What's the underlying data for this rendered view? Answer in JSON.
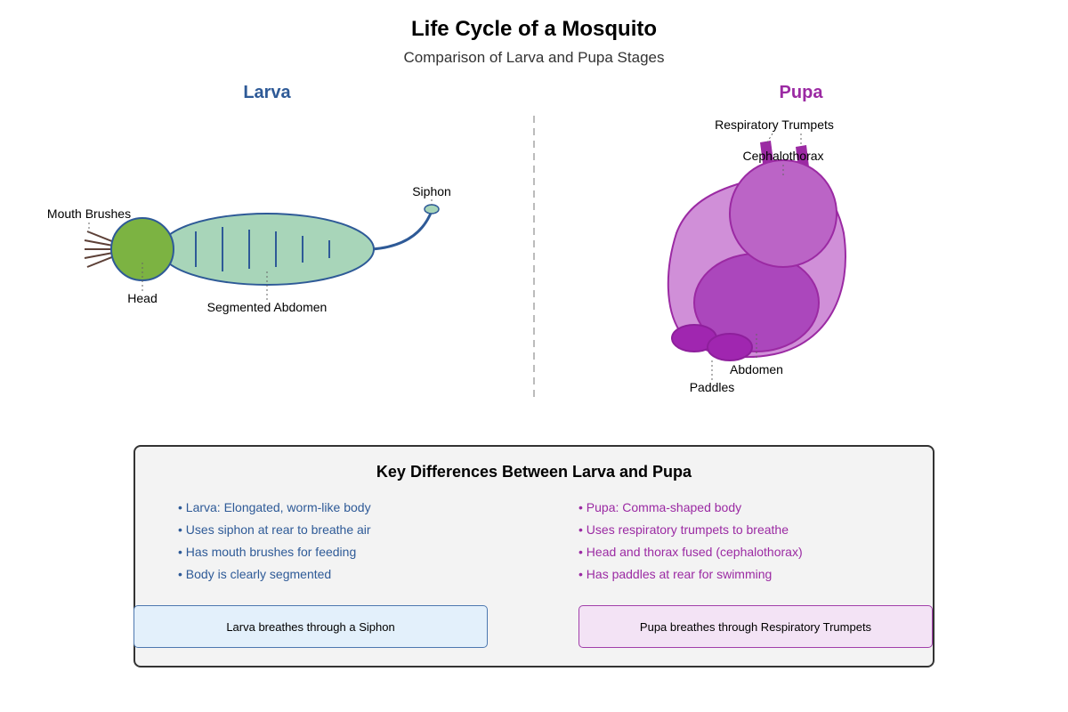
{
  "title": "Life Cycle of a Mosquito",
  "subtitle": "Comparison of Larva and Pupa Stages",
  "colors": {
    "larva_accent": "#2e5a97",
    "pupa_accent": "#9b2aa3",
    "larva_head": "#7cb342",
    "larva_body": "#a8d5b9",
    "pupa_body": "#d08fd8",
    "pupa_cephalothorax": "#bb64c6",
    "pupa_abdomen": "#ab47bc",
    "pupa_paddles": "#a026b0"
  },
  "larva": {
    "heading": "Larva",
    "labels": {
      "mouth_brushes": "Mouth Brushes",
      "head": "Head",
      "abdomen": "Segmented Abdomen",
      "siphon": "Siphon"
    }
  },
  "pupa": {
    "heading": "Pupa",
    "labels": {
      "trumpets": "Respiratory Trumpets",
      "cephalothorax": "Cephalothorax",
      "abdomen": "Abdomen",
      "paddles": "Paddles"
    }
  },
  "differences": {
    "title": "Key Differences Between Larva and Pupa",
    "larva_points": [
      "• Larva: Elongated, worm-like body",
      "• Uses siphon at rear to breathe air",
      "• Has mouth brushes for feeding",
      "• Body is clearly segmented"
    ],
    "pupa_points": [
      "• Pupa: Comma-shaped body",
      "• Uses respiratory trumpets to breathe",
      "• Head and thorax fused (cephalothorax)",
      "• Has paddles at rear for swimming"
    ],
    "larva_note": "Larva breathes through a Siphon",
    "pupa_note": "Pupa breathes through Respiratory Trumpets"
  }
}
